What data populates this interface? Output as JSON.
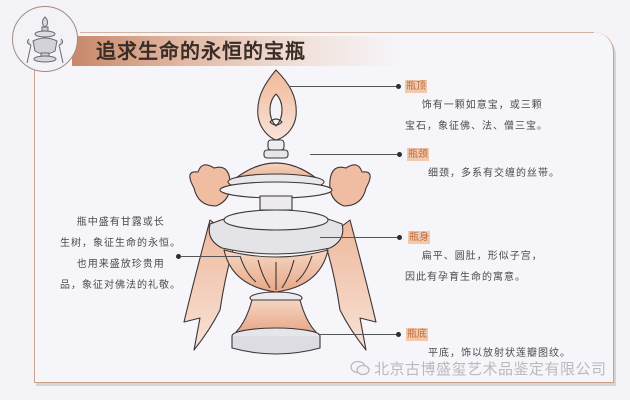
{
  "header": {
    "title": "追求生命的永恒的宝瓶",
    "emblem_icon": "treasure-vase-emblem-icon"
  },
  "parts": [
    {
      "label": "瓶顶",
      "description": "    饰有一颗如意宝，或三颗\n宝石，象征佛、法、僧三宝。"
    },
    {
      "label": "瓶颈",
      "description": "细颈，多系有交缠的丝带。"
    },
    {
      "label": "瓶身",
      "description": "    扁平、圆肚，形似子宫，\n因此有孕育生命的寓意。"
    },
    {
      "label": "瓶底",
      "description": "平底，饰以放射状莲瓣图纹。"
    }
  ],
  "left_note": {
    "text": "    瓶中盛有甘露或长\n生树，象征生命的永恒。\n    也用来盛放珍贵用\n品，象征对佛法的礼敬。"
  },
  "watermark": {
    "text": "北京古博盛玺艺术品鉴定有限公司",
    "icon": "wechat-icon"
  },
  "colors": {
    "label_bg": "#f1c9ac",
    "label_text": "#c06a3c",
    "banner_start": "#c8886a",
    "vase_accent": "#eebca2",
    "border": "#c9a28c"
  }
}
